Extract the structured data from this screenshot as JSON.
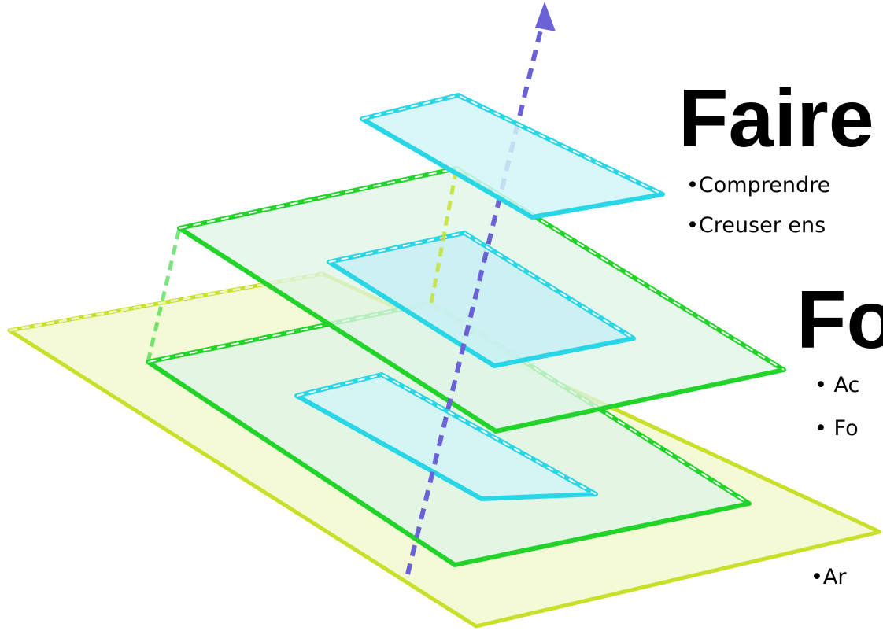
{
  "text": {
    "title_faire": "Faire",
    "bullet_comprendre": "•Comprendre",
    "bullet_creuser": "•Creuser ens",
    "title_fo": "Fo",
    "bullet_ac": "• Ac",
    "bullet_fo": "• Fo",
    "bullet_ar": "•Ar"
  },
  "colors": {
    "axis": "#6a62d6",
    "yellow_outline": "#c8e02a",
    "yellow_fill": "#f2f8cf",
    "green_outline": "#22d42a",
    "green_fill": "#dff5e6",
    "cyan_outline": "#28d6e6",
    "cyan_fill": "#d2f4f8"
  }
}
